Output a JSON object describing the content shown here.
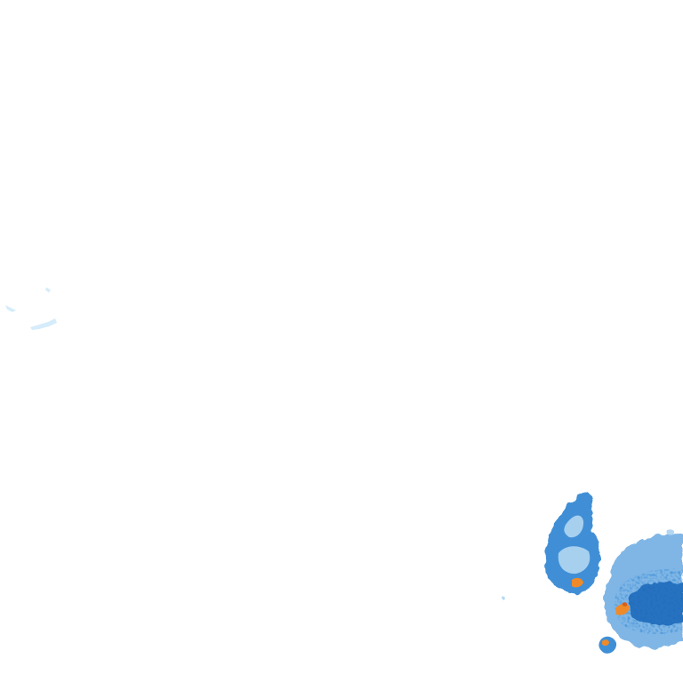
{
  "map": {
    "type": "precipitation-radar-overlay",
    "background_color": "#ffffff",
    "intensity_palette": {
      "trace": "#d6ecfb",
      "very_light": "#b3d7f2",
      "light": "#7fb6e6",
      "moderate": "#3f8fd6",
      "heavy": "#1a66b8",
      "intense": "#ef8a2a",
      "extreme": "#d95f1a"
    },
    "cells": [
      {
        "id": "west-trace-cell",
        "intensity": "trace"
      },
      {
        "id": "southeast-north-cell",
        "intensity": "moderate",
        "core_intensity": "intense"
      },
      {
        "id": "southeast-main-cell",
        "intensity": "heavy",
        "core_intensity": "intense"
      },
      {
        "id": "southeast-small-cell",
        "intensity": "moderate",
        "core_intensity": "intense"
      }
    ]
  }
}
